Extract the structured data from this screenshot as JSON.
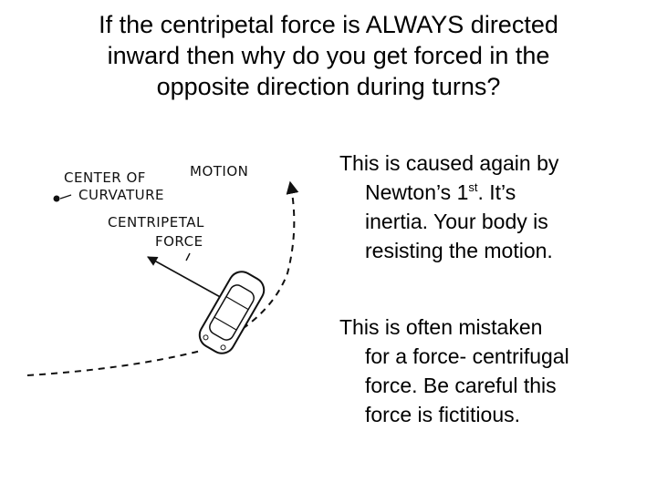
{
  "title": {
    "lines": [
      "If the centripetal force is ALWAYS directed",
      "inward then why do you get forced in the",
      "opposite direction during turns?"
    ]
  },
  "diagram": {
    "labels": {
      "center_line1": "CENTER OF",
      "center_line2": "CURVATURE",
      "motion": "MOTION",
      "force_line1": "CENTRIPETAL",
      "force_line2": "FORCE"
    },
    "icons": [
      "center-point-icon",
      "motion-arrow-icon",
      "force-arrow-icon",
      "car-icon"
    ]
  },
  "paragraphs": [
    {
      "line1": "This is caused again by",
      "line2_prefix": "Newton’s 1",
      "line2_sup": "st",
      "line2_suffix": ".  It’s",
      "line3": "inertia.  Your body is",
      "line4": "resisting the motion."
    },
    {
      "line1": "This is often mistaken",
      "line2": "for a force- centrifugal",
      "line3": "force.  Be careful this",
      "line4": "force is fictitious."
    }
  ]
}
